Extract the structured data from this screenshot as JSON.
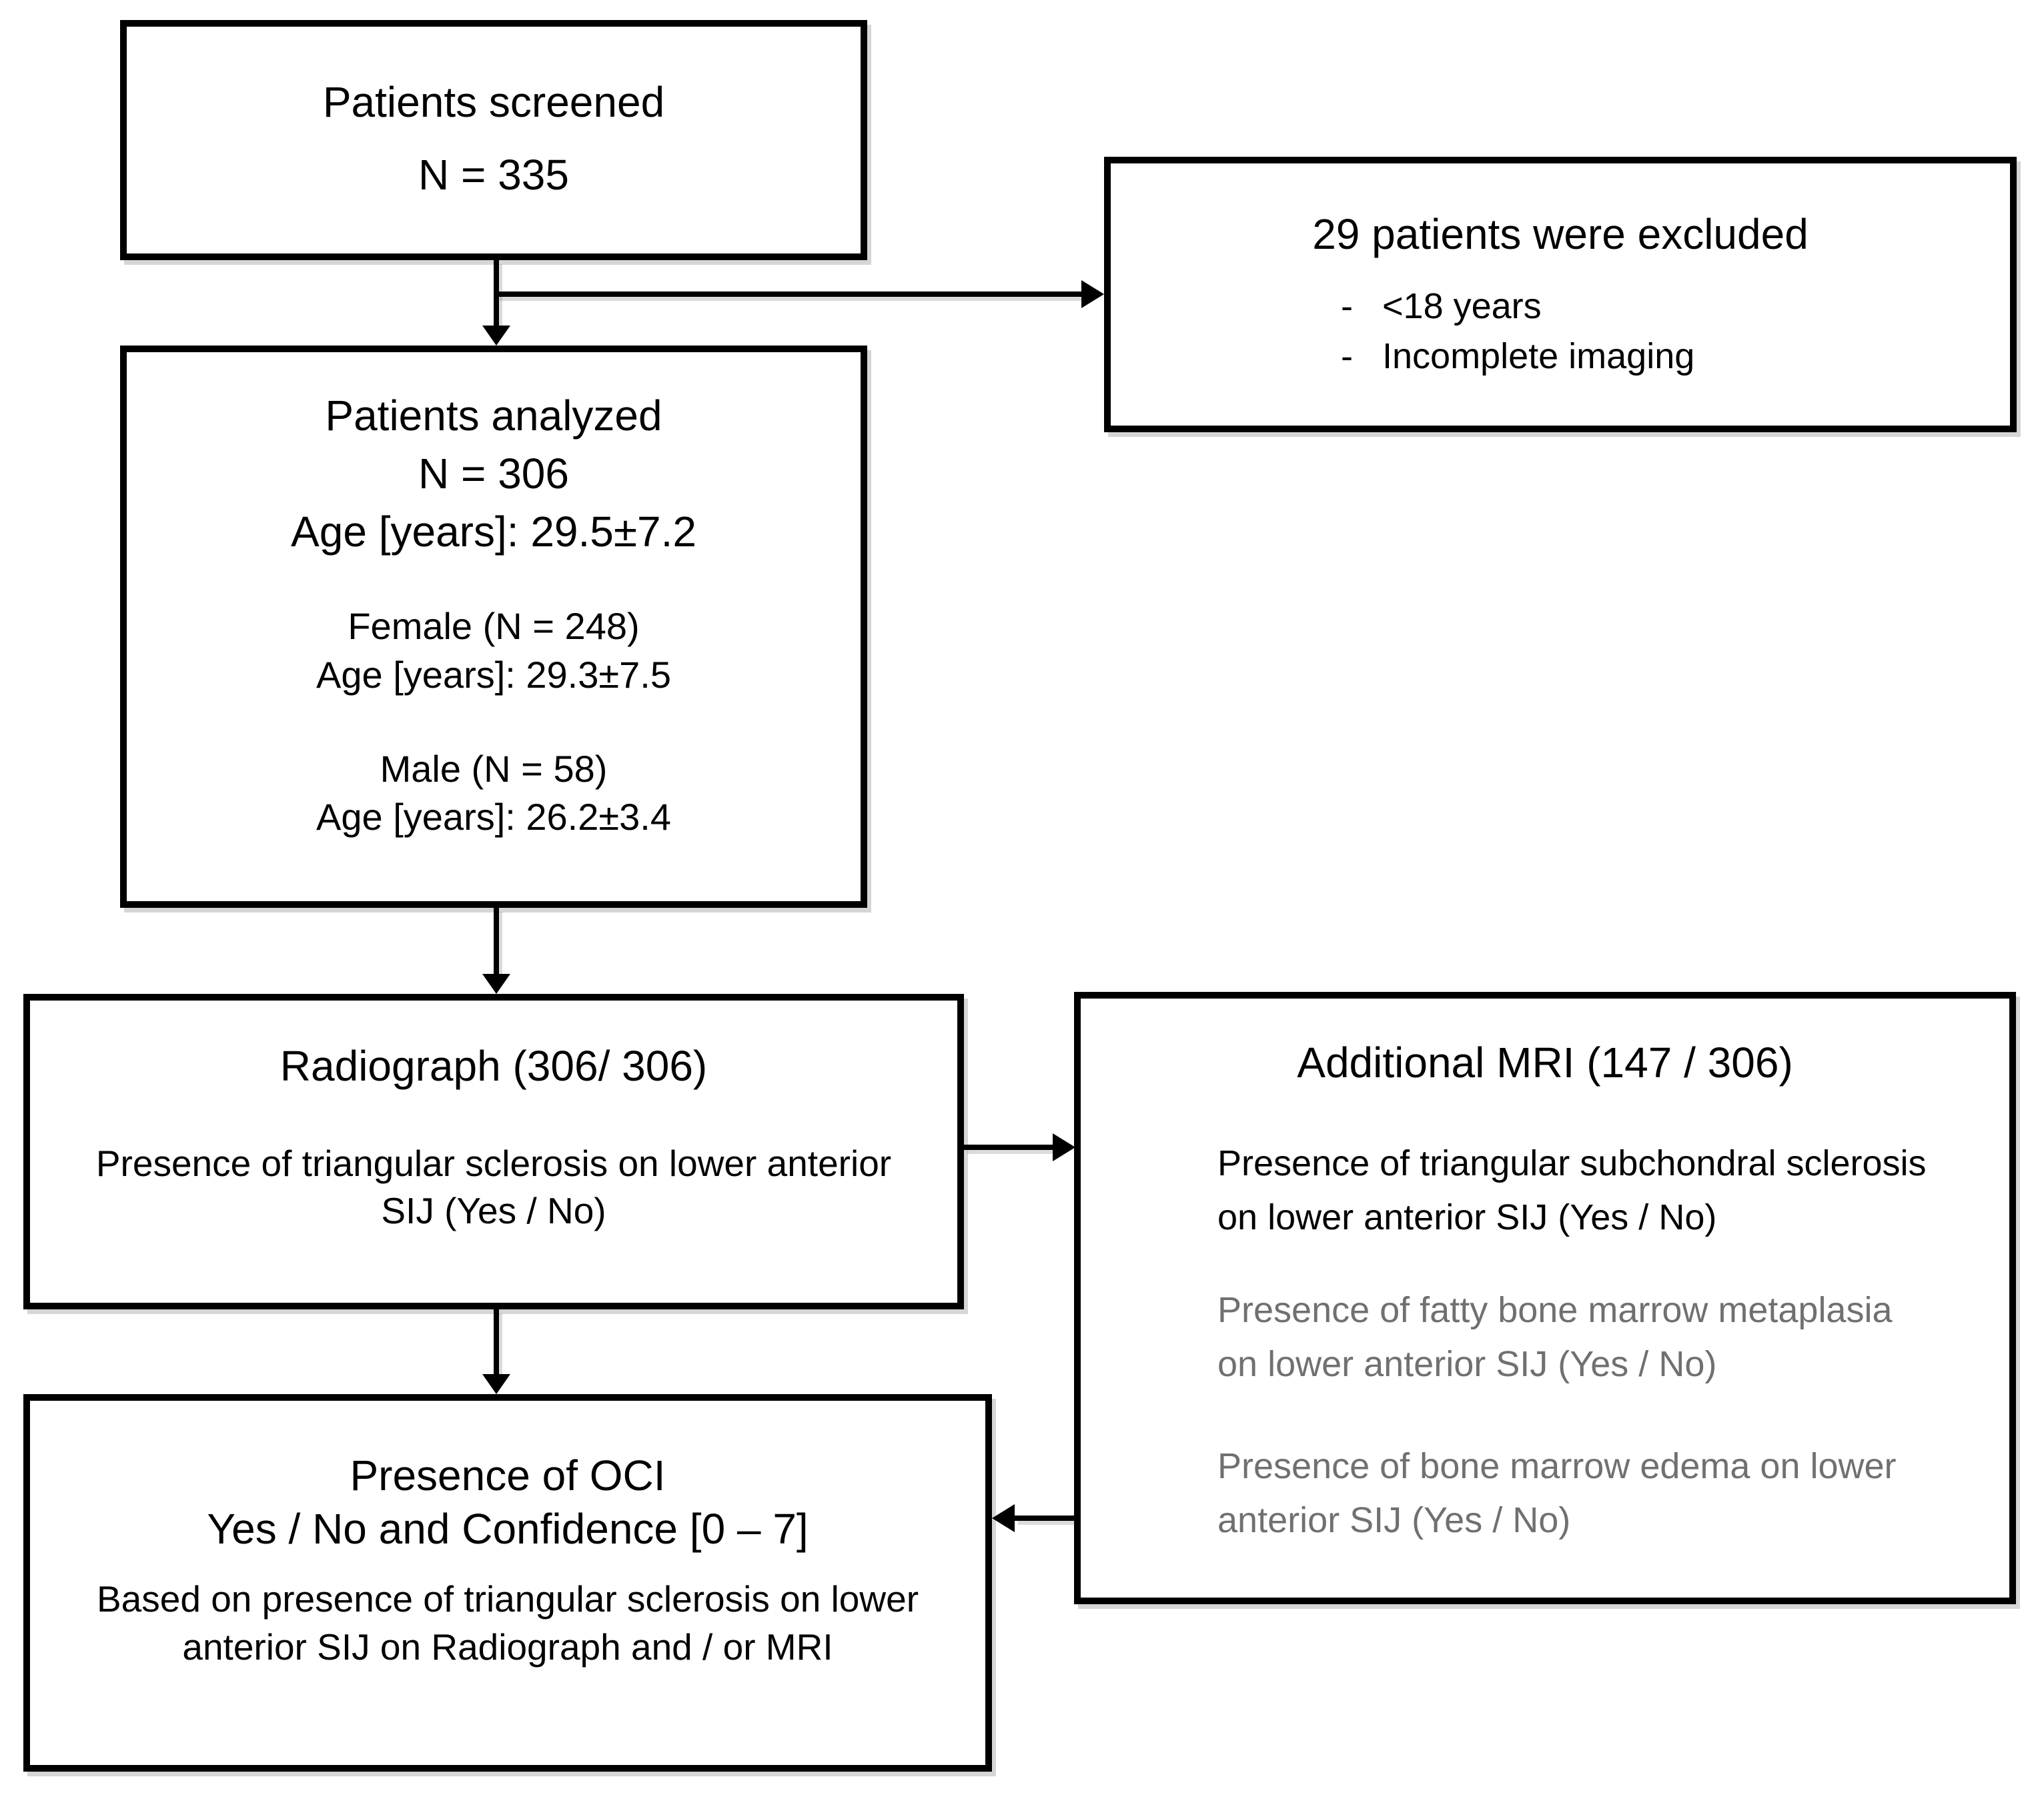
{
  "diagram": {
    "type": "study-flowchart",
    "colors": {
      "box_border": "#000000",
      "text": "#000000",
      "muted_text": "#707070",
      "background": "#ffffff"
    },
    "boxes": {
      "screened": {
        "title": "Patients screened",
        "n": "N = 335"
      },
      "excluded": {
        "title": "29 patients were excluded",
        "bullet_marker": "-",
        "bullets": [
          "<18 years",
          "Incomplete imaging"
        ]
      },
      "analyzed": {
        "title": "Patients analyzed",
        "n": "N = 306",
        "age": "Age [years]: 29.5±7.2",
        "female": "Female (N = 248)",
        "female_age": "Age [years]: 29.3±7.5",
        "male": "Male (N = 58)",
        "male_age": "Age [years]: 26.2±3.4"
      },
      "radiograph": {
        "title": "Radiograph (306/ 306)",
        "body": "Presence of triangular sclerosis on lower anterior SIJ (Yes / No)"
      },
      "mri": {
        "title": "Additional MRI (147 / 306)",
        "items": [
          {
            "text": "Presence of triangular subchondral sclerosis on lower anterior SIJ (Yes / No)",
            "emphasis": "black"
          },
          {
            "text": "Presence of fatty bone marrow metaplasia on lower anterior SIJ (Yes / No)",
            "emphasis": "gray"
          },
          {
            "text": "Presence of bone marrow edema on lower anterior SIJ (Yes / No)",
            "emphasis": "gray"
          }
        ]
      },
      "oci": {
        "title": "Presence of OCI",
        "subtitle": "Yes / No and Confidence [0 – 7]",
        "body": "Based on presence of triangular sclerosis on lower anterior SIJ on Radiograph and / or MRI"
      }
    }
  }
}
